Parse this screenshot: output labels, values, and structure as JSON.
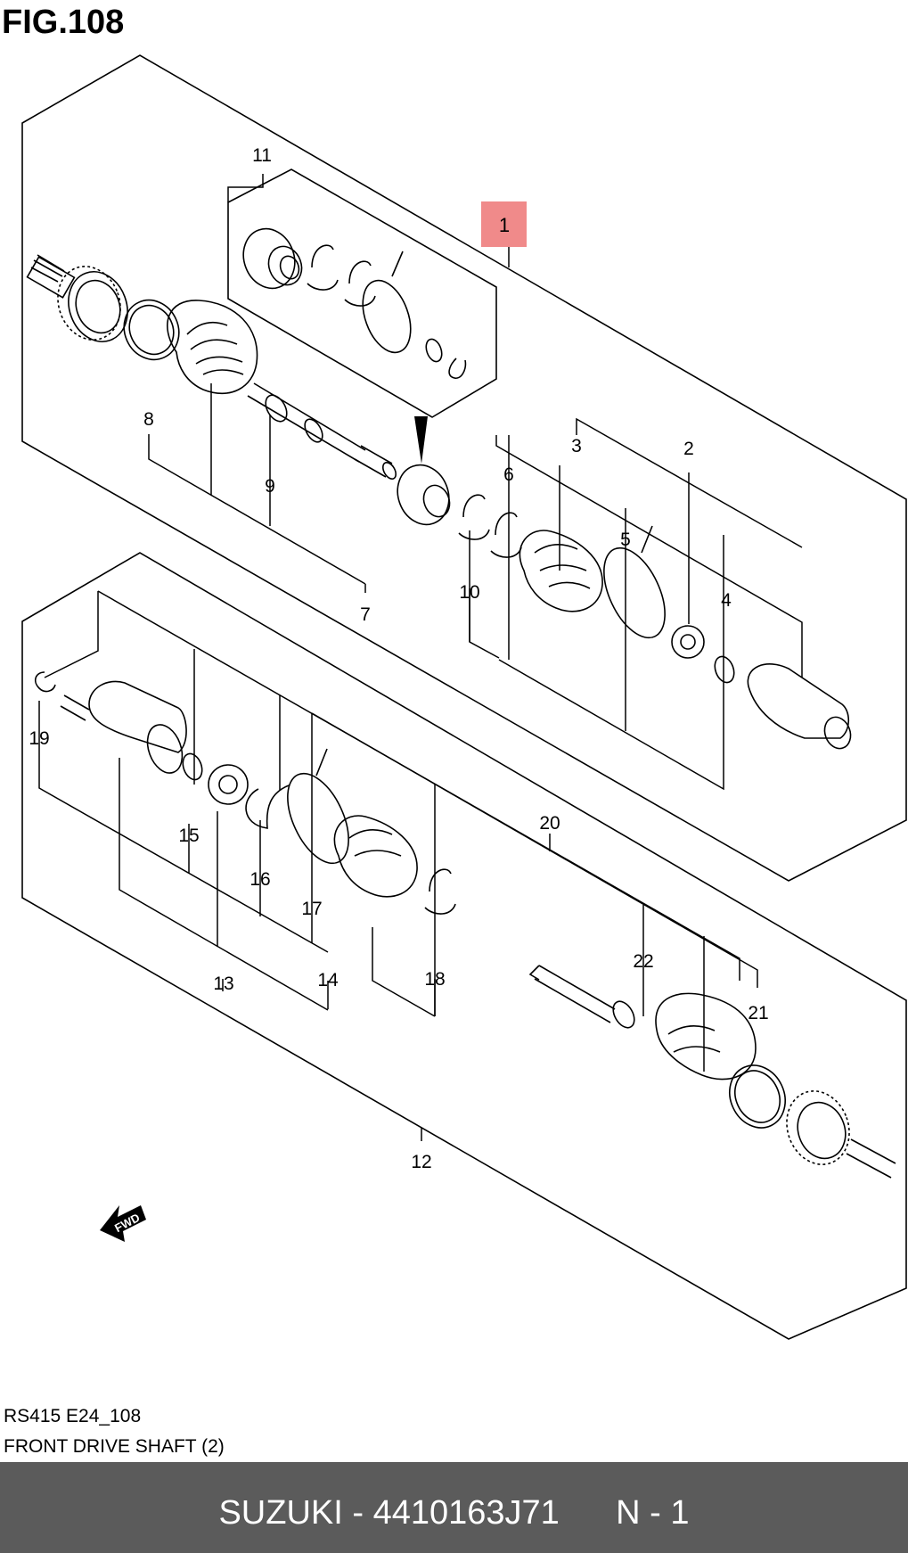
{
  "figure_title": "FIG.108",
  "callouts": [
    "1",
    "2",
    "3",
    "4",
    "5",
    "6",
    "7",
    "8",
    "9",
    "10",
    "11",
    "12",
    "13",
    "14",
    "15",
    "16",
    "17",
    "18",
    "19",
    "20",
    "21",
    "22"
  ],
  "highlighted_callout": "1",
  "highlight_color": "#f08a8a",
  "direction_label": "FWD",
  "footer": {
    "model_code": "RS415 E24_108",
    "section_name": "FRONT DRIVE SHAFT (2)"
  },
  "bottom_bar": {
    "brand": "SUZUKI",
    "part_number": "4410163J71",
    "position": "N - 1",
    "background": "#5b5b5b"
  }
}
